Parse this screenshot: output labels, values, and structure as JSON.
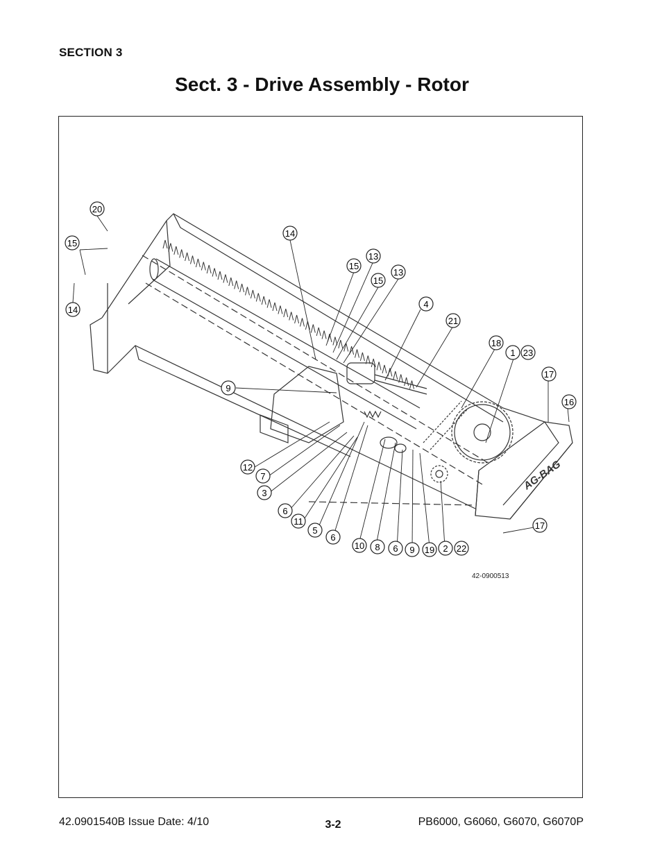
{
  "header": {
    "section": "SECTION 3",
    "title": "Sect. 3 - Drive Assembly - Rotor"
  },
  "figure": {
    "drawing_number": "42-0900513",
    "brand_logo_text": "AG-BAG",
    "callouts": [
      "20",
      "15",
      "14",
      "14",
      "15",
      "13",
      "15",
      "13",
      "4",
      "21",
      "18",
      "1",
      "23",
      "17",
      "16",
      "9",
      "12",
      "7",
      "3",
      "6",
      "11",
      "5",
      "6",
      "10",
      "8",
      "6",
      "9",
      "19",
      "2",
      "22",
      "17"
    ]
  },
  "footer": {
    "doc_number": "42.0901540B  Issue Date: 4/10",
    "page_number": "3-2",
    "models": "PB6000, G6060, G6070, G6070P"
  }
}
